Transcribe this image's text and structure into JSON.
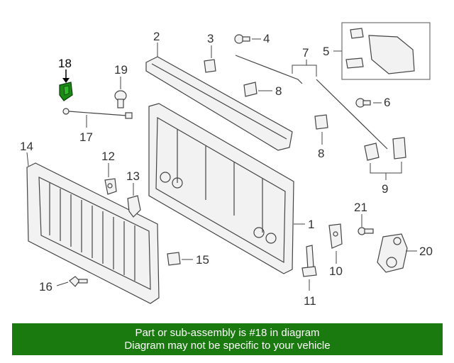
{
  "callouts": {
    "c1": "1",
    "c2": "2",
    "c3": "3",
    "c4": "4",
    "c5": "5",
    "c6": "6",
    "c7": "7",
    "c8a": "8",
    "c8b": "8",
    "c9": "9",
    "c10": "10",
    "c11": "11",
    "c12": "12",
    "c13": "13",
    "c14": "14",
    "c15": "15",
    "c16": "16",
    "c17": "17",
    "c18": "18",
    "c19": "19",
    "c20": "20",
    "c21": "21"
  },
  "highlight": {
    "part_number": "18",
    "color": "#1a7a10"
  },
  "footer": {
    "line1": "Part or sub-assembly is #18 in diagram",
    "line2": "Diagram may not be specific to your vehicle",
    "background": "#1a7a10"
  }
}
